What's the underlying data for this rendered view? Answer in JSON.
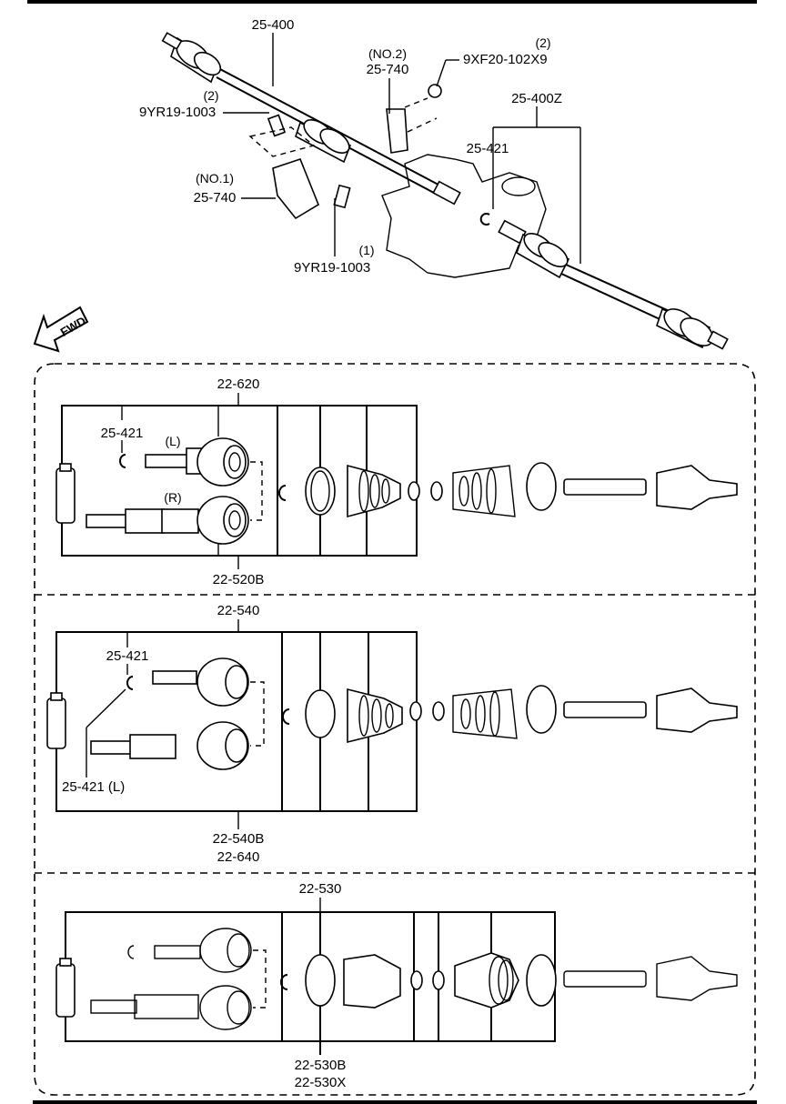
{
  "top": {
    "shaft_part": "25-400",
    "bracket2_note": "(NO.2)",
    "bracket2_part": "25-740",
    "nut_qty": "(2)",
    "nut_part": "9XF20-102X9",
    "bolt2_qty": "(2)",
    "bolt2_part": "9YR19-1003",
    "bracket1_note": "(NO.1)",
    "bracket1_part": "25-740",
    "bolt1_qty": "(1)",
    "bolt1_part": "9YR19-1003",
    "shaft_r_part": "25-400Z",
    "clip_part": "25-421",
    "fwd_label": "FWD"
  },
  "panel1": {
    "top_part": "22-620",
    "clip_part": "25-421",
    "left_label": "(L)",
    "right_label": "(R)",
    "bottom_part": "22-520B"
  },
  "panel2": {
    "top_part": "22-540",
    "clip_part": "25-421",
    "clip_l_part": "25-421 (L)",
    "bottom_part_1": "22-540B",
    "bottom_part_2": "22-640"
  },
  "panel3": {
    "top_part": "22-530",
    "bottom_part_1": "22-530B",
    "bottom_part_2": "22-530X"
  }
}
